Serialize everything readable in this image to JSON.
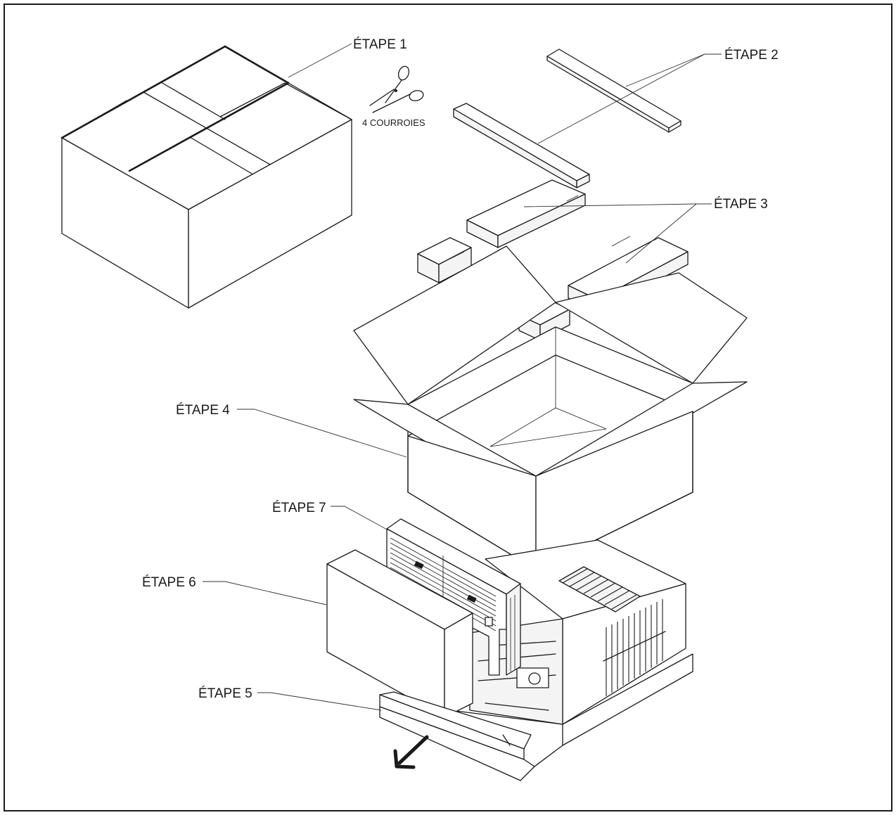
{
  "labels": {
    "step1": "ÉTAPE 1",
    "step2": "ÉTAPE 2",
    "step3": "ÉTAPE 3",
    "step4": "ÉTAPE 4",
    "step5": "ÉTAPE 5",
    "step6": "ÉTAPE 6",
    "step7": "ÉTAPE 7",
    "straps": "4 COURROIES"
  },
  "icons": {
    "scissors": "scissors-icon",
    "arrow": "arrow-down-left-icon"
  }
}
